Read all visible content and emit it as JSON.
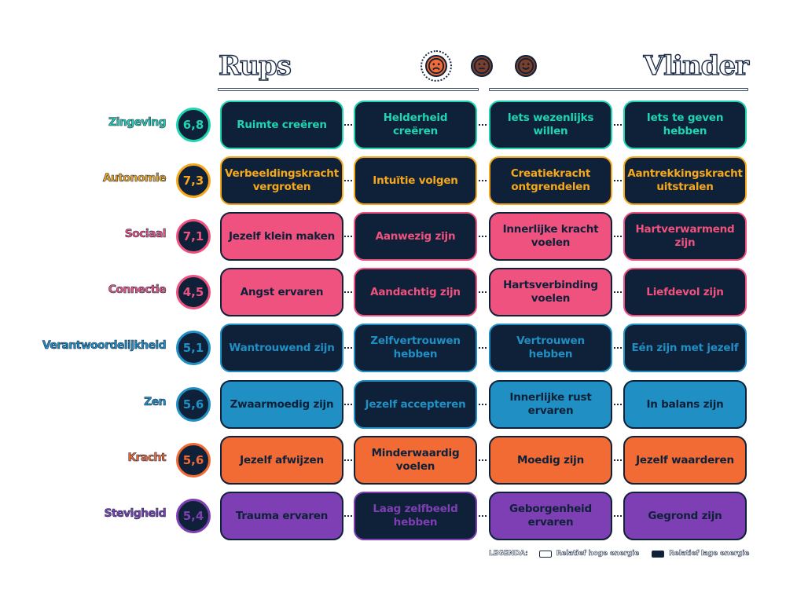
{
  "header": {
    "left_title": "Rups",
    "right_title": "Vlinder",
    "faces": [
      "sad-face-icon",
      "neutral-face-icon",
      "happy-face-icon"
    ]
  },
  "colors": {
    "dark": "#0f2138",
    "zingeving": "#1fd4b0",
    "autonomie": "#f5a81c",
    "sociaal": "#f0527f",
    "connectie": "#f0527f",
    "verantwoordelijkheid": "#1f8fc4",
    "zen": "#1f8fc4",
    "kracht": "#f26b35",
    "stevigheid": "#7d3fb3"
  },
  "rows": [
    {
      "key": "zingeving",
      "label": "Zingeving",
      "score": "6,8",
      "cells": [
        {
          "text": "Ruimte creëren",
          "style": "dark"
        },
        {
          "text": "Helderheid creëren",
          "style": "dark"
        },
        {
          "text": "Iets wezenlijks willen",
          "style": "dark"
        },
        {
          "text": "Iets te geven hebben",
          "style": "dark"
        }
      ]
    },
    {
      "key": "autonomie",
      "label": "Autonomie",
      "score": "7,3",
      "cells": [
        {
          "text": "Verbeeldingskracht vergroten",
          "style": "dark"
        },
        {
          "text": "Intuïtie volgen",
          "style": "dark"
        },
        {
          "text": "Creatiekracht ontgrendelen",
          "style": "dark"
        },
        {
          "text": "Aantrekkingskracht uitstralen",
          "style": "dark"
        }
      ]
    },
    {
      "key": "sociaal",
      "label": "Sociaal",
      "score": "7,1",
      "cells": [
        {
          "text": "Jezelf klein maken",
          "style": "light"
        },
        {
          "text": "Aanwezig zijn",
          "style": "dark"
        },
        {
          "text": "Innerlijke kracht voelen",
          "style": "light"
        },
        {
          "text": "Hartverwarmend zijn",
          "style": "dark"
        }
      ]
    },
    {
      "key": "connectie",
      "label": "Connectie",
      "score": "4,5",
      "cells": [
        {
          "text": "Angst ervaren",
          "style": "light"
        },
        {
          "text": "Aandachtig zijn",
          "style": "dark"
        },
        {
          "text": "Hartsverbinding voelen",
          "style": "light"
        },
        {
          "text": "Liefdevol zijn",
          "style": "dark"
        }
      ]
    },
    {
      "key": "verantwoordelijkheid",
      "label": "Verantwoordelijkheid",
      "score": "5,1",
      "cells": [
        {
          "text": "Wantrouwend zijn",
          "style": "dark"
        },
        {
          "text": "Zelfvertrouwen hebben",
          "style": "dark"
        },
        {
          "text": "Vertrouwen hebben",
          "style": "dark"
        },
        {
          "text": "Eén zijn met jezelf",
          "style": "dark"
        }
      ]
    },
    {
      "key": "zen",
      "label": "Zen",
      "score": "5,6",
      "cells": [
        {
          "text": "Zwaarmoedig zijn",
          "style": "light"
        },
        {
          "text": "Jezelf accepteren",
          "style": "dark"
        },
        {
          "text": "Innerlijke rust ervaren",
          "style": "light"
        },
        {
          "text": "In balans zijn",
          "style": "light"
        }
      ]
    },
    {
      "key": "kracht",
      "label": "Kracht",
      "score": "5,6",
      "cells": [
        {
          "text": "Jezelf afwijzen",
          "style": "light"
        },
        {
          "text": "Minderwaardig voelen",
          "style": "light"
        },
        {
          "text": "Moedig zijn",
          "style": "light"
        },
        {
          "text": "Jezelf waarderen",
          "style": "light"
        }
      ]
    },
    {
      "key": "stevigheid",
      "label": "Stevigheid",
      "score": "5,4",
      "cells": [
        {
          "text": "Trauma ervaren",
          "style": "light"
        },
        {
          "text": "Laag zelfbeeld hebben",
          "style": "dark"
        },
        {
          "text": "Geborgenheid ervaren",
          "style": "light"
        },
        {
          "text": "Gegrond zijn",
          "style": "light"
        }
      ]
    }
  ],
  "legend": {
    "title": "LEGENDA:",
    "light_label": "Relatief hoge energie",
    "dark_label": "Relatief lage energie"
  }
}
